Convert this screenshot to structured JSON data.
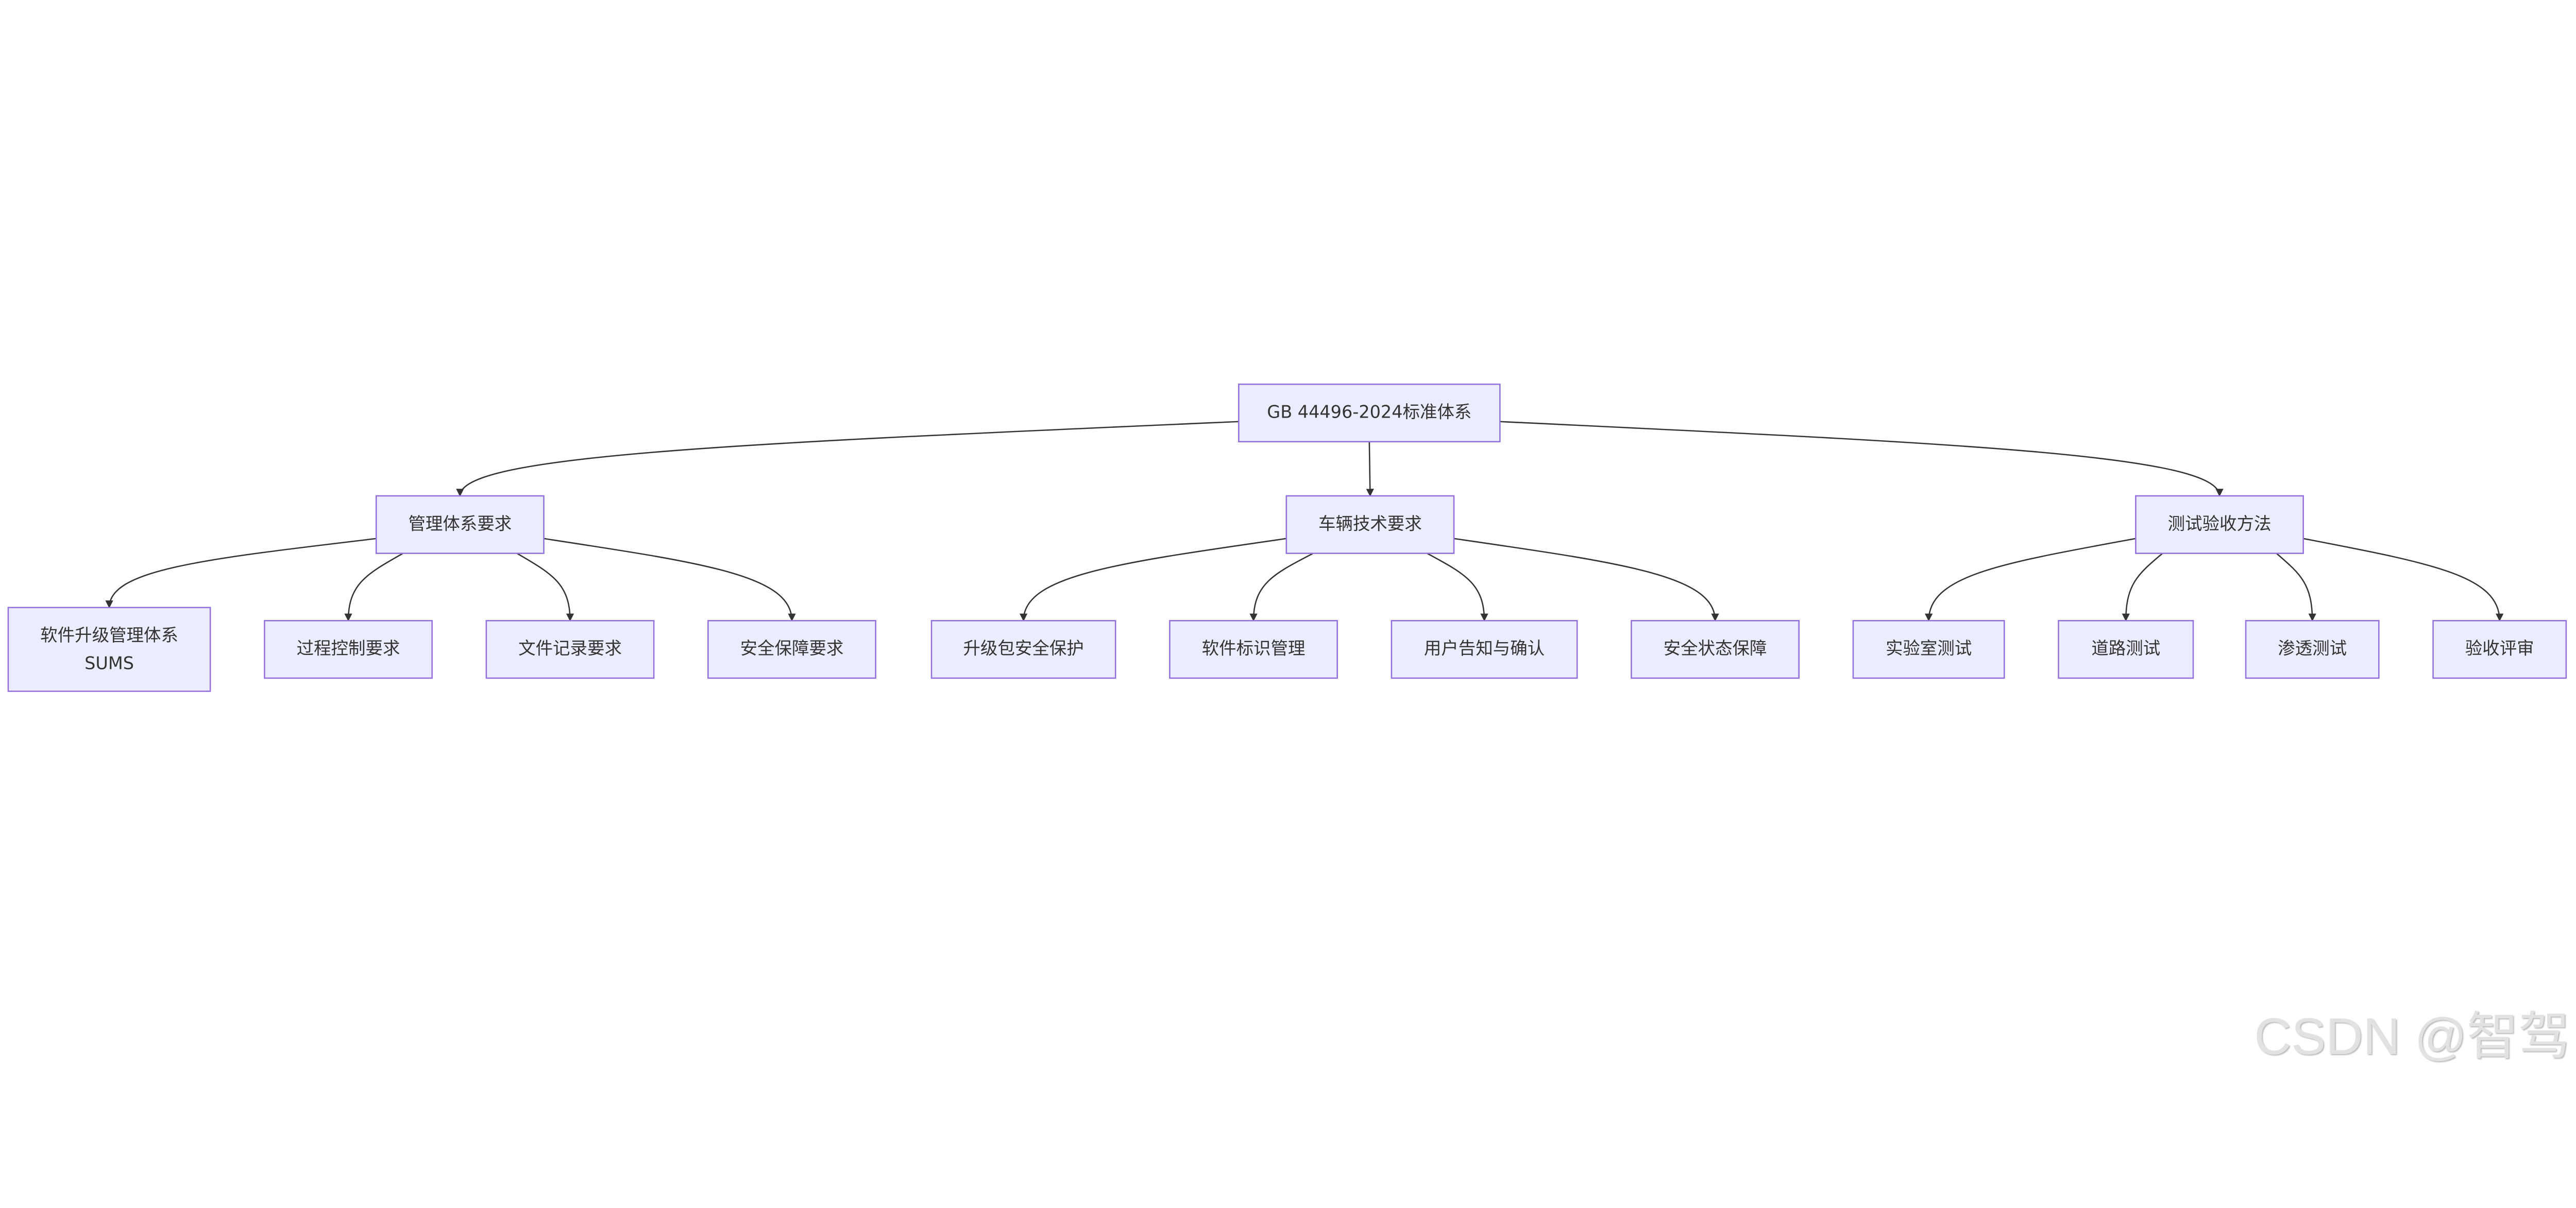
{
  "diagram": {
    "type": "flowchart-tree",
    "colors": {
      "node_fill": "#ECECFF",
      "node_stroke": "#9370DB",
      "text": "#333333",
      "edge": "#333333"
    },
    "root": {
      "id": "root",
      "label": "GB 44496-2024标准体系"
    },
    "groups": [
      {
        "id": "g1",
        "label": "管理体系要求",
        "children": [
          {
            "id": "l1",
            "label": "软件升级管理体系",
            "label2": "SUMS"
          },
          {
            "id": "l2",
            "label": "过程控制要求"
          },
          {
            "id": "l3",
            "label": "文件记录要求"
          },
          {
            "id": "l4",
            "label": "安全保障要求"
          }
        ]
      },
      {
        "id": "g2",
        "label": "车辆技术要求",
        "children": [
          {
            "id": "l5",
            "label": "升级包安全保护"
          },
          {
            "id": "l6",
            "label": "软件标识管理"
          },
          {
            "id": "l7",
            "label": "用户告知与确认"
          },
          {
            "id": "l8",
            "label": "安全状态保障"
          }
        ]
      },
      {
        "id": "g3",
        "label": "测试验收方法",
        "children": [
          {
            "id": "l9",
            "label": "实验室测试"
          },
          {
            "id": "l10",
            "label": "道路测试"
          },
          {
            "id": "l11",
            "label": "渗透测试"
          },
          {
            "id": "l12",
            "label": "验收评审"
          }
        ]
      }
    ]
  },
  "watermark": "CSDN @智驾"
}
